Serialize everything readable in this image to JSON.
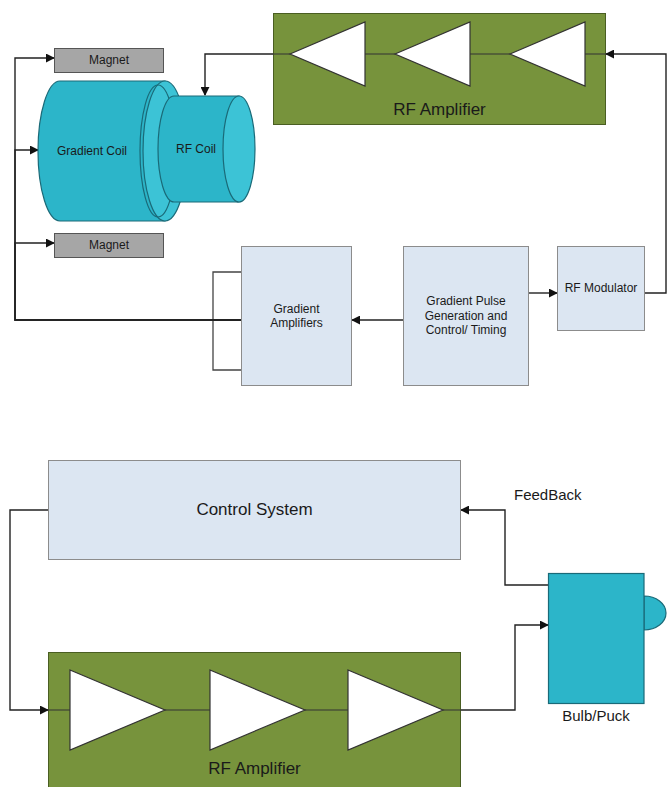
{
  "diagram": {
    "nodes": [
      {
        "text": [
          "Magnet"
        ]
      },
      {
        "text": [
          "Gradient Coil"
        ]
      },
      {
        "text": [
          "RF Coil"
        ]
      },
      {
        "text": [
          "Magnet"
        ]
      },
      {
        "text": [
          "RF Amplifier"
        ]
      },
      {
        "text": [
          "Gradient Amplifiers"
        ]
      },
      {
        "text": [
          "Gradient Pulse Generation and Control/ Timing"
        ]
      },
      {
        "text": [
          "RF Modulator"
        ]
      },
      {
        "text": [
          "Control System"
        ]
      },
      {
        "text": [
          "RF Amplifier"
        ]
      },
      {
        "text": [
          "Bulb/Puck"
        ]
      }
    ],
    "edges": [
      {
        "from": 4,
        "to": 2,
        "arrow": "to"
      },
      {
        "from": 6,
        "to": 5,
        "arrow": "to"
      },
      {
        "from": 6,
        "to": 7,
        "arrow": "to"
      },
      {
        "from": 7,
        "to": 4,
        "arrow": "to"
      },
      {
        "from": 5,
        "to": 0,
        "arrow": "to"
      },
      {
        "from": 5,
        "to": 1,
        "arrow": "to"
      },
      {
        "from": 5,
        "to": 3,
        "arrow": "to"
      },
      {
        "from": 8,
        "to": 9,
        "arrow": "to"
      },
      {
        "from": 9,
        "to": 10,
        "arrow": "to"
      },
      {
        "from": 10,
        "to": 8,
        "label": "FeedBack",
        "arrow": "to"
      }
    ]
  }
}
